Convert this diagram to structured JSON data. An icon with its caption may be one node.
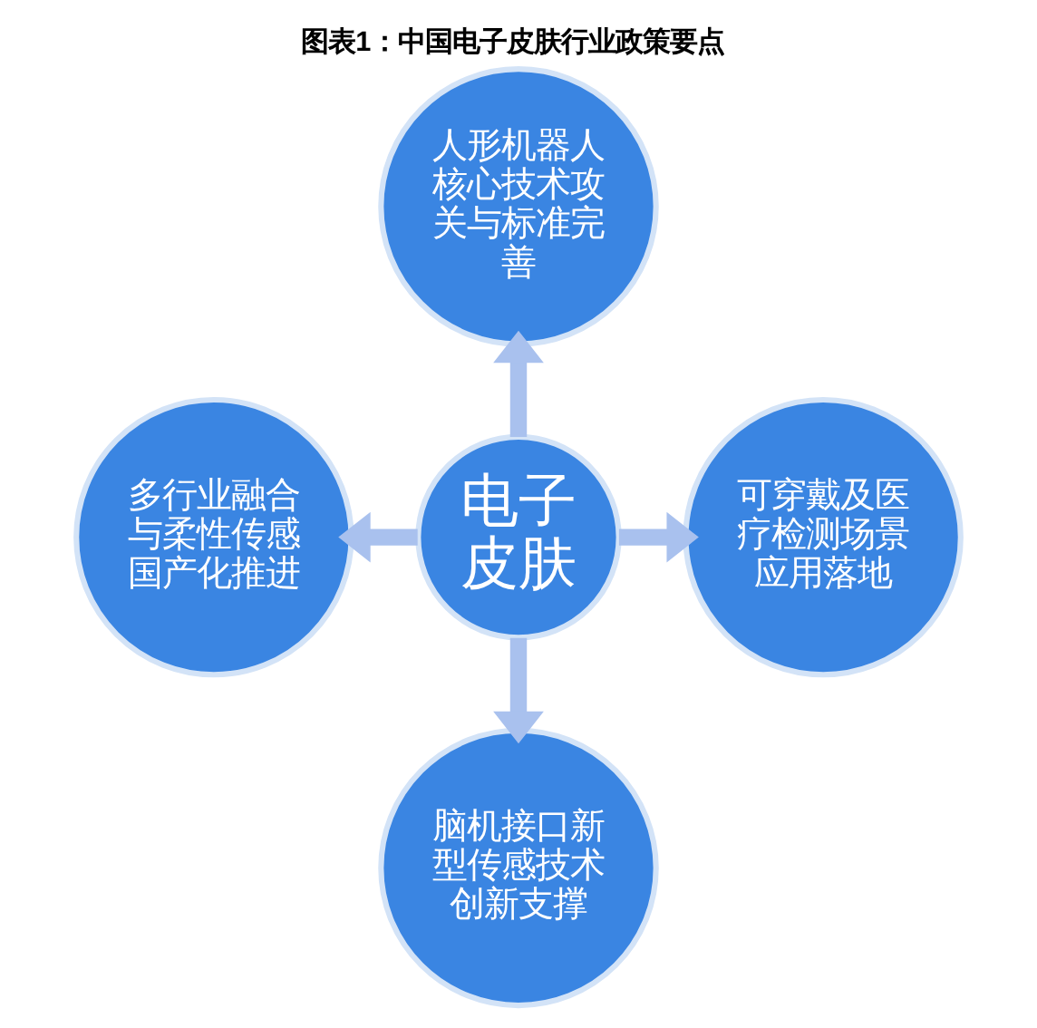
{
  "diagram": {
    "title": "图表1：中国电子皮肤行业政策要点",
    "nodes": [
      {
        "text": [
          "人形机器人核心技术攻关与标准完善"
        ]
      },
      {
        "text": [
          "多行业融合与柔性传感国产化推进"
        ]
      },
      {
        "text": [
          "电子皮肤"
        ]
      },
      {
        "text": [
          "可穿戴及医疗检测场景应用落地"
        ]
      },
      {
        "text": [
          "脑机接口新型传感技术创新支撑"
        ]
      }
    ],
    "edges": [
      {
        "from": 2,
        "to": 0,
        "arrow": "to"
      },
      {
        "from": 2,
        "to": 1,
        "arrow": "to"
      },
      {
        "from": 2,
        "to": 3,
        "arrow": "to"
      },
      {
        "from": 2,
        "to": 4,
        "arrow": "to"
      }
    ]
  }
}
